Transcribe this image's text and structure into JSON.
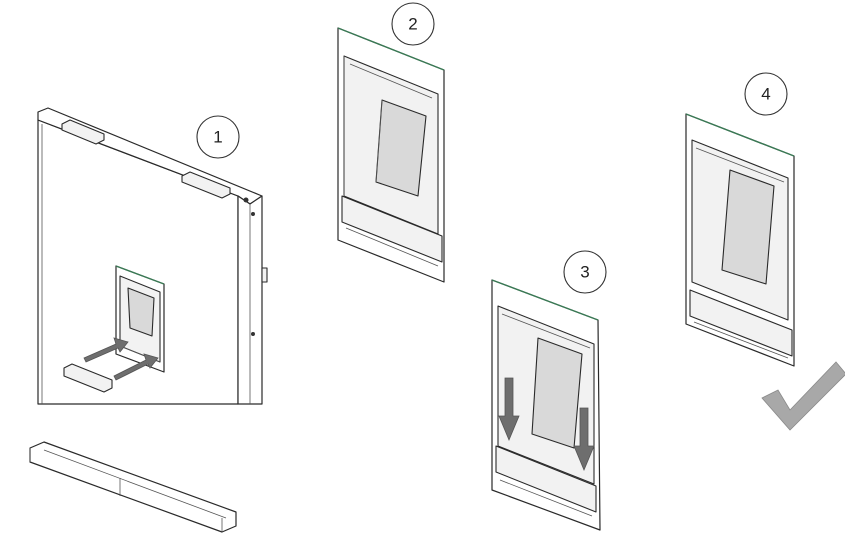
{
  "steps": [
    {
      "label": "1"
    },
    {
      "label": "2"
    },
    {
      "label": "3"
    },
    {
      "label": "4"
    }
  ],
  "colors": {
    "frame_top_edge": "#3a7a55",
    "arrow": "#6e6e6e",
    "checkmark": "#a8a8a8"
  },
  "icons": {
    "done": "checkmark-icon",
    "direction": "arrow-icon"
  }
}
